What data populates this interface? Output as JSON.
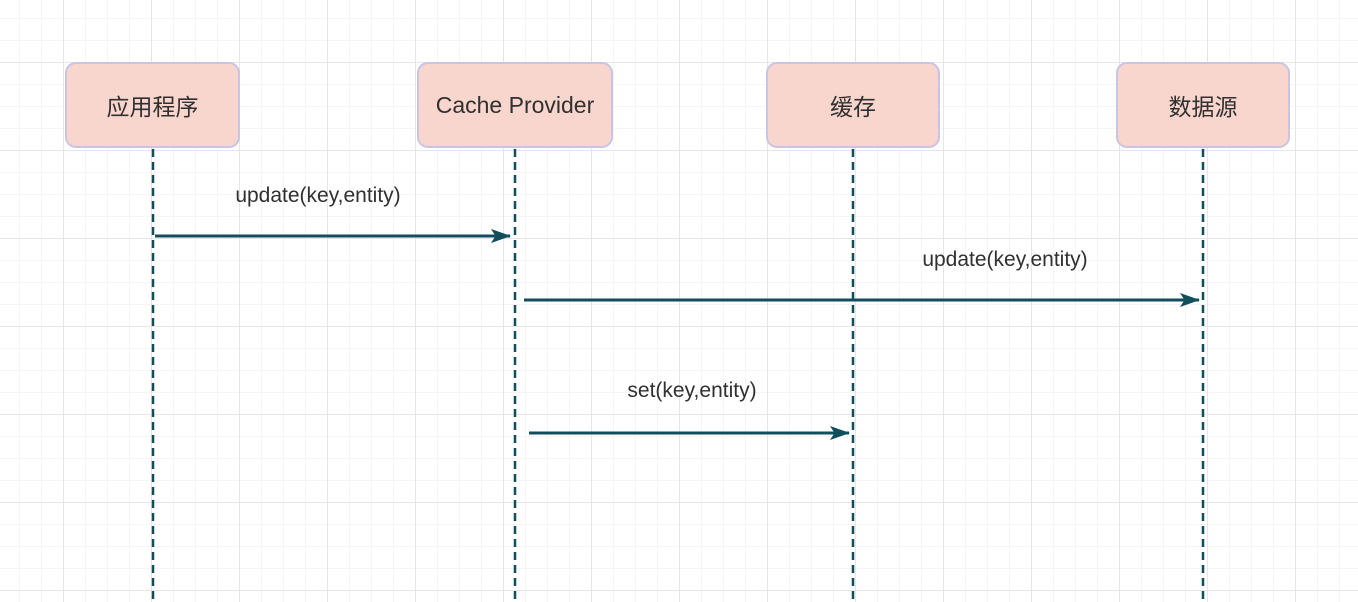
{
  "diagram": {
    "type": "sequence-diagram",
    "actors": [
      {
        "id": "application",
        "label": "应用程序"
      },
      {
        "id": "cache-provider",
        "label": "Cache Provider"
      },
      {
        "id": "cache",
        "label": "缓存"
      },
      {
        "id": "data-source",
        "label": "数据源"
      }
    ],
    "messages": [
      {
        "from": "应用程序",
        "to": "Cache Provider",
        "label": "update(key,entity)"
      },
      {
        "from": "Cache Provider",
        "to": "数据源",
        "label": "update(key,entity)"
      },
      {
        "from": "Cache Provider",
        "to": "缓存",
        "label": "set(key,entity)"
      }
    ],
    "colors": {
      "actor_fill": "#f9d6cd",
      "actor_border": "#c8c5e4",
      "line": "#104e5c",
      "text": "#303030",
      "grid_minor": "#f5f4f6",
      "grid_major": "#e7e5e9",
      "background": "#ffffff"
    }
  }
}
